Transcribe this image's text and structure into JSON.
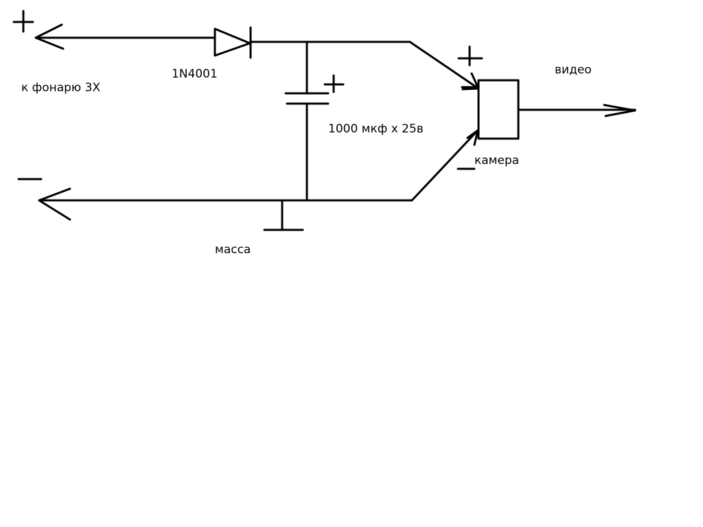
{
  "labels": {
    "flashlight": "к фонарю 3Х",
    "diode": "1N4001",
    "capacitor": "1000 мкф х 25в",
    "ground": "масса",
    "camera": "камера",
    "video": "видео"
  },
  "signs": {
    "plus": "+",
    "minus": "−"
  },
  "colors": {
    "background": "#ffffff",
    "ink": "#000000"
  }
}
